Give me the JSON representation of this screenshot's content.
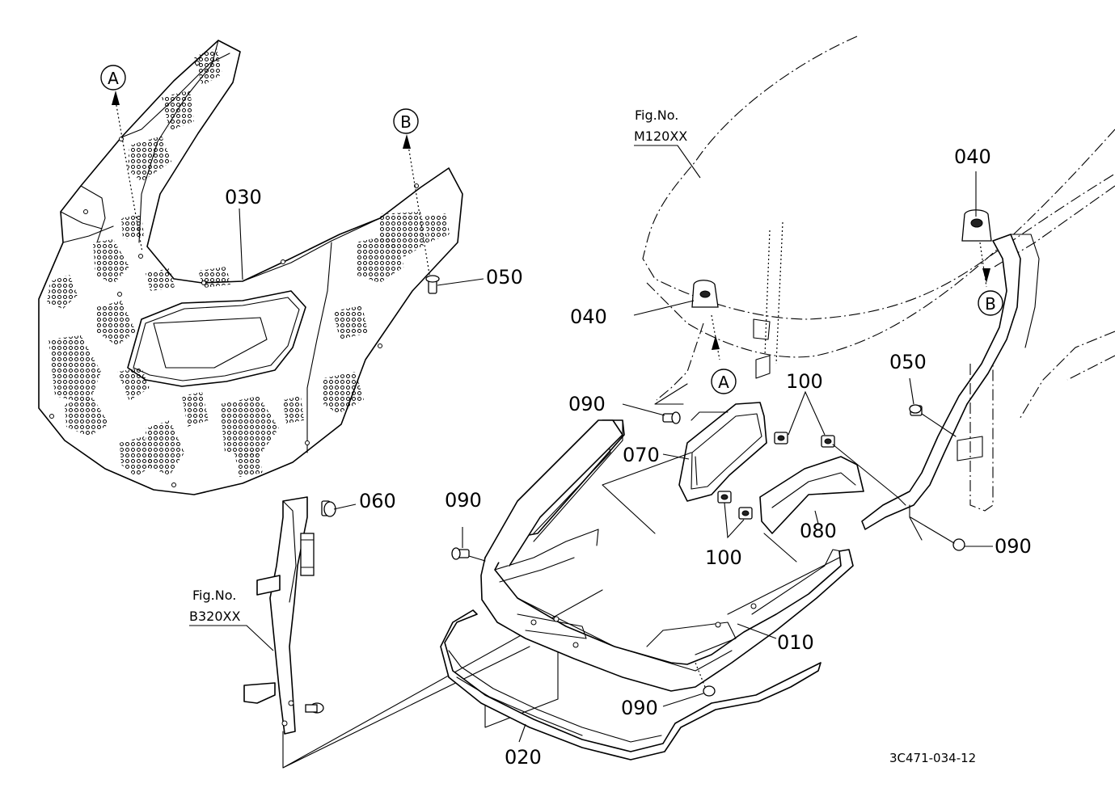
{
  "labels": {
    "p010": "010",
    "p020": "020",
    "p030": "030",
    "p040a": "040",
    "p040b": "040",
    "p050a": "050",
    "p050b": "050",
    "p060": "060",
    "p070": "070",
    "p080": "080",
    "p090a": "090",
    "p090b": "090",
    "p090c": "090",
    "p090d": "090",
    "p100a": "100",
    "p100b": "100"
  },
  "references": {
    "m120_title": "Fig.No.",
    "m120_code": "M120XX",
    "b320_title": "Fig.No.",
    "b320_code": "B320XX"
  },
  "markers": {
    "a_top": "A",
    "b_top": "B",
    "a_bottom": "A",
    "b_bottom": "B"
  },
  "drawing_code": "3C471-034-12"
}
